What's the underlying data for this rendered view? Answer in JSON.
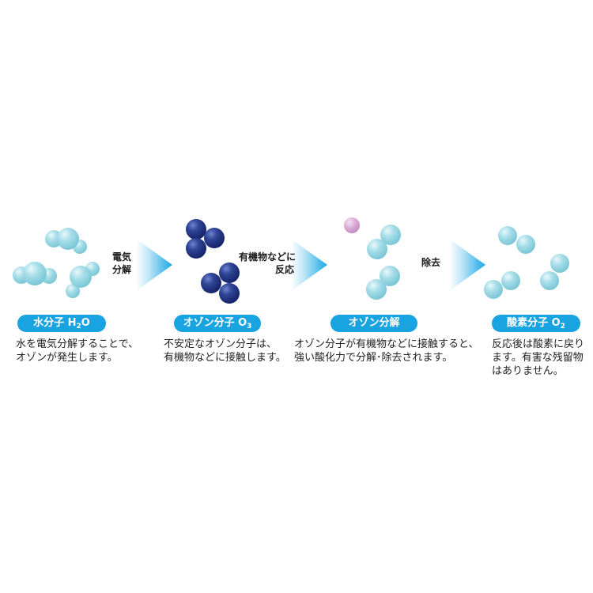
{
  "colors": {
    "water_molecule": "#8fd3e0",
    "ozone_molecule": "#253a86",
    "oxygen_atom_pink": "#d8a8d6",
    "label_blue": "#19a3e0",
    "arrow_blue": "#1aa6e6",
    "text": "#222222"
  },
  "steps": [
    {
      "label_main": "水分子 H",
      "label_sub": "2",
      "label_tail": "O",
      "desc_lines": [
        "水を電気分解することで、",
        "オゾンが発生します。"
      ]
    },
    {
      "label_main": "オゾン分子 O",
      "label_sub": "3",
      "label_tail": "",
      "desc_lines": [
        "不安定なオゾン分子は、",
        "有機物などに接触します。"
      ]
    },
    {
      "label_main": "オゾン分解",
      "label_sub": "",
      "label_tail": "",
      "desc_lines": [
        "オゾン分子が有機物などに接触すると、",
        "強い酸化力で分解･除去されます。"
      ]
    },
    {
      "label_main": "酸素分子 O",
      "label_sub": "2",
      "label_tail": "",
      "desc_lines": [
        "反応後は酸素に戻り",
        "ます。有害な残留物",
        "はありません。"
      ]
    }
  ],
  "arrows": [
    {
      "label_lines": [
        "電気",
        "分解"
      ]
    },
    {
      "label_lines": [
        "有機物などに",
        "反応"
      ]
    },
    {
      "label_lines": [
        "除去"
      ]
    }
  ]
}
